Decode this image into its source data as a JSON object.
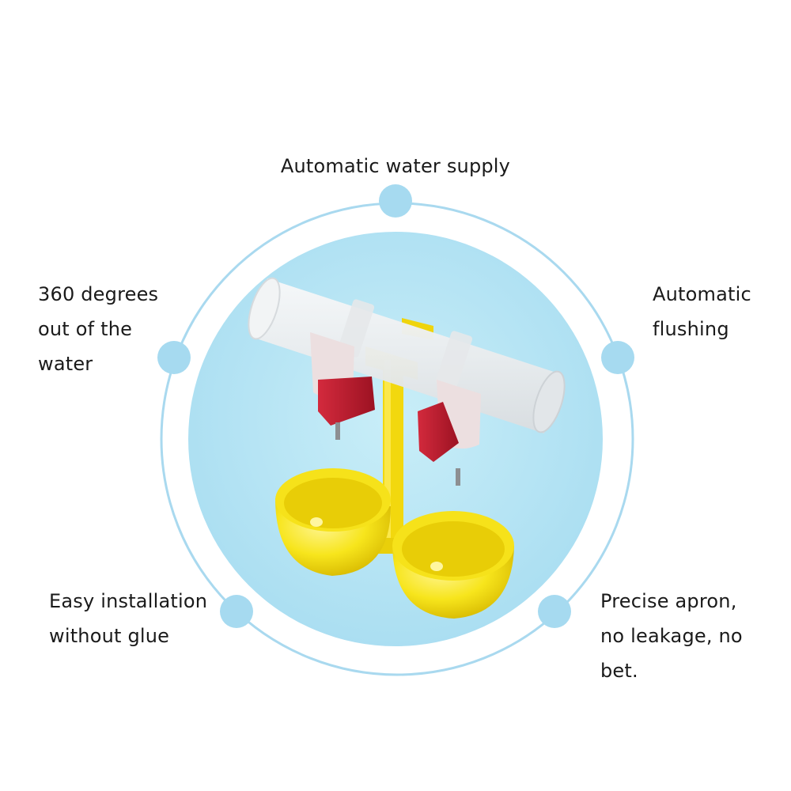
{
  "features": {
    "top": "Automatic water supply",
    "left_top": "360 degrees\nout of the\nwater",
    "right_top": "Automatic\nflushing",
    "left_bottom": "Easy installation\nwithout glue",
    "right_bottom": "Precise apron,\nno leakage, no\nbet."
  },
  "colors": {
    "ring": "#a9d9ef",
    "dot": "#a6daf0",
    "inner_disc": "#bfe7f5",
    "pipe": "#eef1f3",
    "bowl": "#f7e51c",
    "nipple": "#b8182c"
  },
  "product": {
    "name": "poultry-double-cup-waterer",
    "parts": [
      "t-pipe-icon",
      "red-clip-icon",
      "yellow-stand-icon",
      "yellow-cup-icon"
    ]
  }
}
